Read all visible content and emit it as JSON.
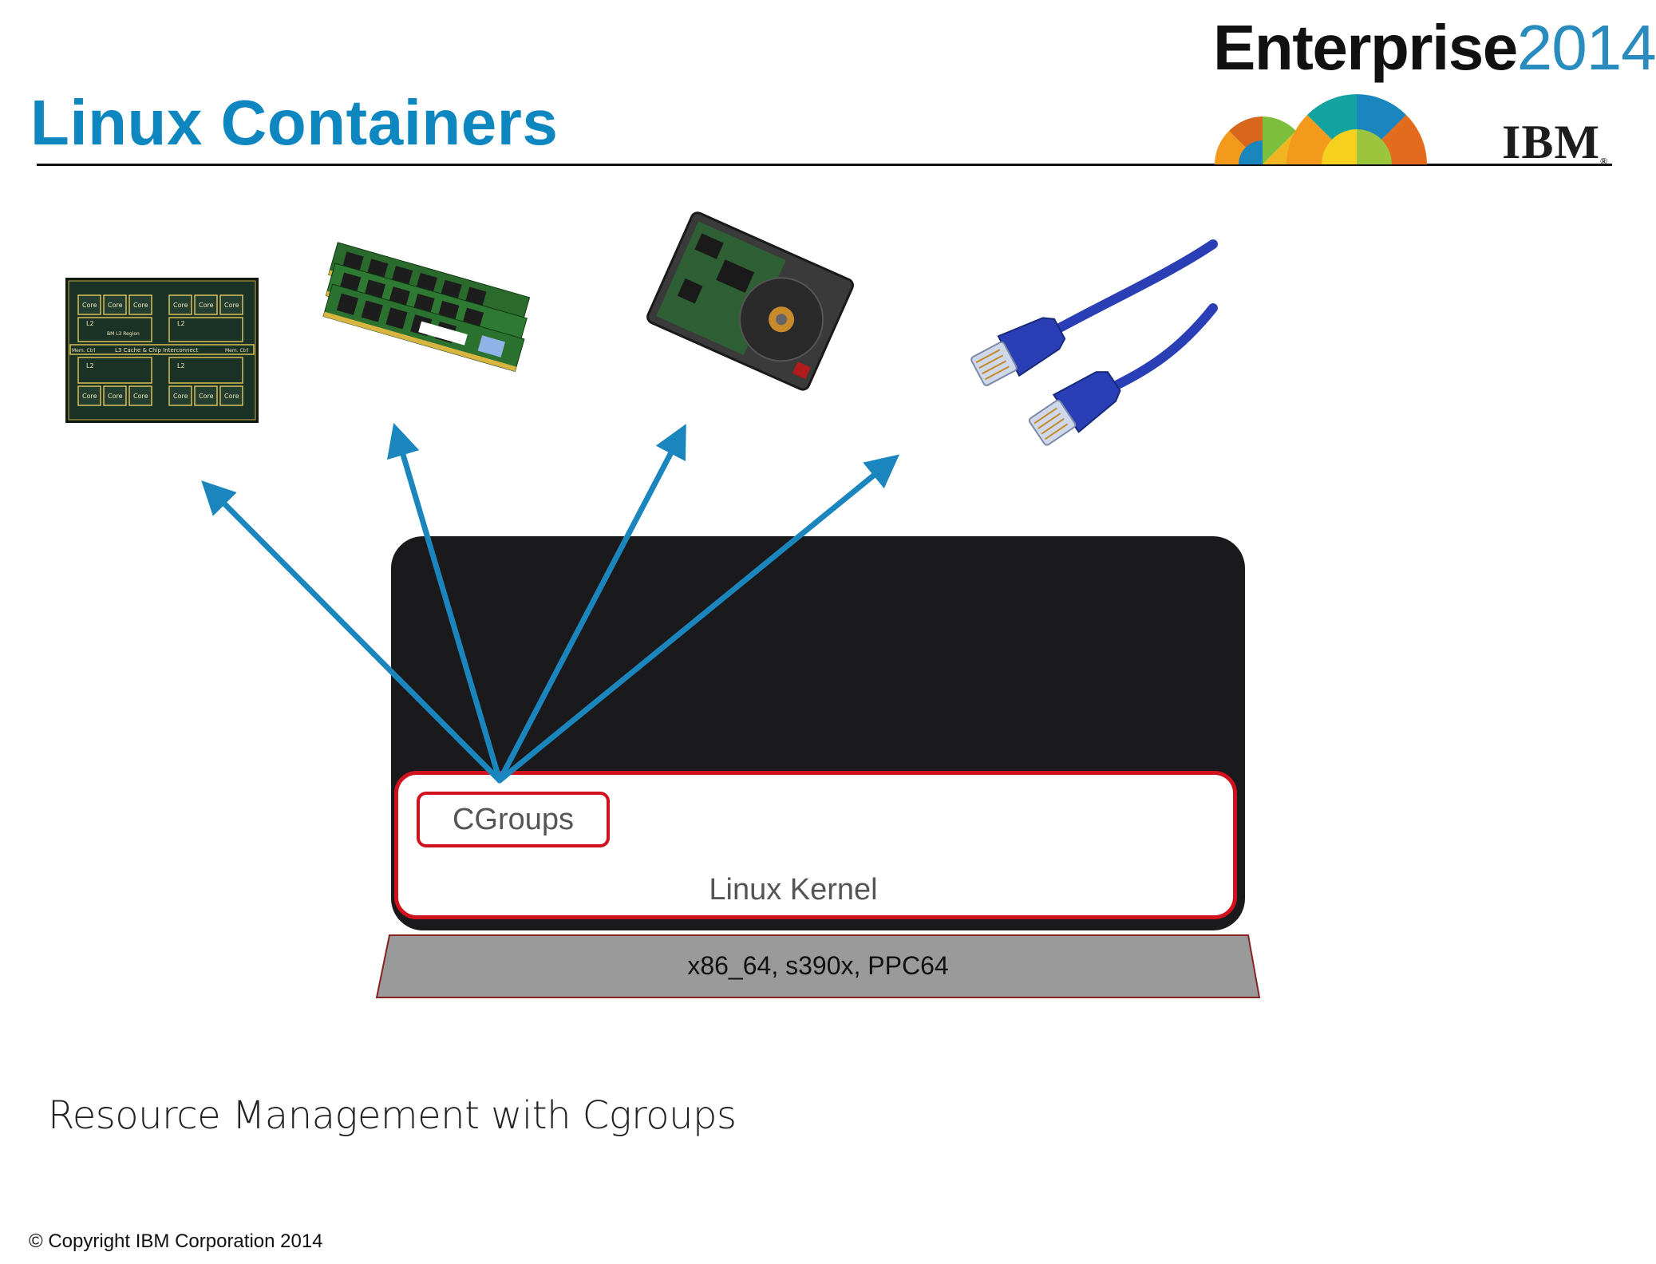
{
  "slide": {
    "title": "Linux Containers",
    "brand_word": "Enterprise",
    "brand_year": "2014",
    "company_logo": "IBM",
    "caption": "Resource Management with Cgroups",
    "copyright": "© Copyright IBM Corporation 2014"
  },
  "diagram": {
    "cgroups_label": "CGroups",
    "kernel_label": "Linux Kernel",
    "hardware_label": "x86_64, s390x, PPC64",
    "resources": [
      {
        "name": "cpu",
        "icon": "processor-chip-icon"
      },
      {
        "name": "memory",
        "icon": "ram-modules-icon"
      },
      {
        "name": "disk",
        "icon": "hard-drive-icon"
      },
      {
        "name": "network",
        "icon": "ethernet-cable-icon"
      }
    ],
    "cpu_chip_labels": {
      "core": "Core",
      "l2": "L2",
      "l3_region": "BM L3 Region",
      "interconnect": "L3 Cache & Chip Interconnect",
      "mem_ctrl": "Mem. Ctrl"
    }
  },
  "colors": {
    "title": "#0e86c0",
    "arrow": "#1a86bd",
    "accent_red": "#d0121f",
    "kernel_container": "#1a1a1c",
    "hardware_base": "#9a9a9a",
    "ethernet_cable": "#2a3fb6"
  }
}
